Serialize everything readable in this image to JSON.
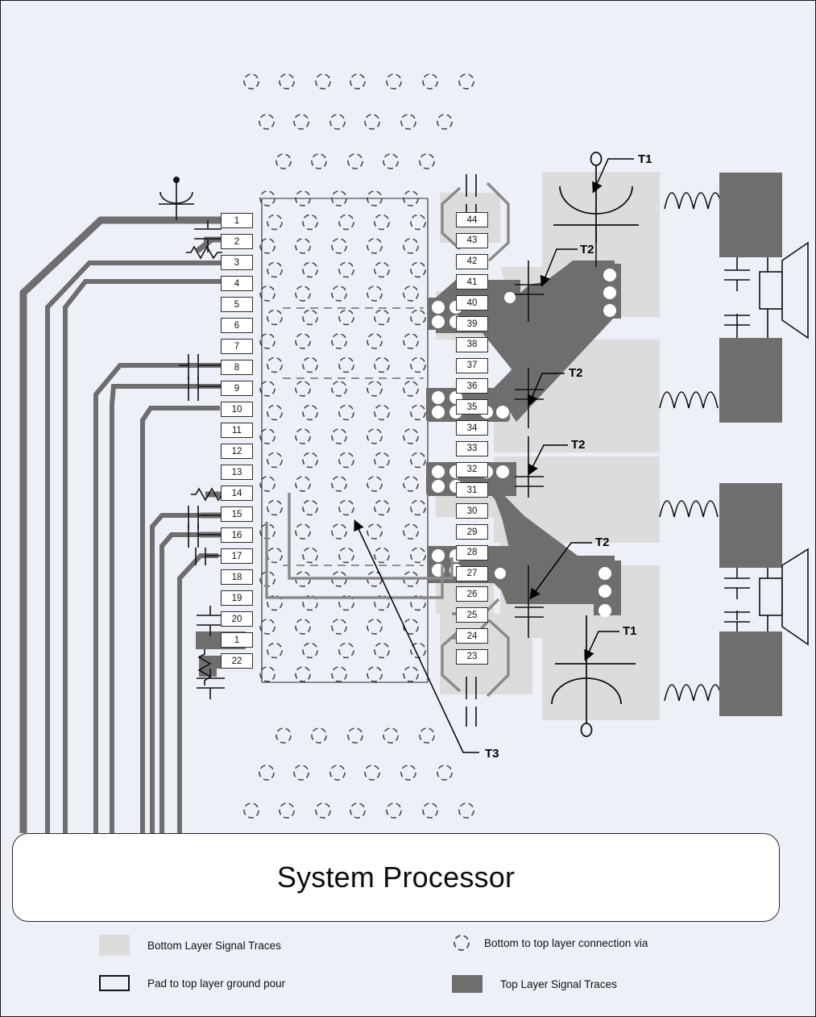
{
  "title": "System Processor",
  "colors": {
    "background": "#edf0f6",
    "top_layer_trace": "#6e6e6e",
    "bottom_layer_trace": "#dcdcdc",
    "pad_fill": "#ffffff",
    "outline": "#2d2d2d"
  },
  "pins": {
    "left_column": [
      "1",
      "2",
      "3",
      "4",
      "5",
      "6",
      "7",
      "8",
      "9",
      "10",
      "11",
      "12",
      "13",
      "14",
      "15",
      "16",
      "17",
      "18",
      "19",
      "20",
      "1",
      "22"
    ],
    "right_column": [
      "44",
      "43",
      "42",
      "41",
      "40",
      "39",
      "38",
      "37",
      "36",
      "35",
      "34",
      "33",
      "32",
      "31",
      "30",
      "29",
      "28",
      "27",
      "26",
      "25",
      "24",
      "23"
    ]
  },
  "callouts": [
    {
      "id": "t1-top",
      "label": "T1"
    },
    {
      "id": "t2-a",
      "label": "T2"
    },
    {
      "id": "t2-b",
      "label": "T2"
    },
    {
      "id": "t2-c",
      "label": "T2"
    },
    {
      "id": "t2-d",
      "label": "T2"
    },
    {
      "id": "t1-bottom",
      "label": "T1"
    },
    {
      "id": "t3",
      "label": "T3"
    }
  ],
  "legend": {
    "bottom_layer": "Bottom Layer Signal Traces",
    "via": "Bottom to top layer connection via",
    "pad_ground": "Pad to top layer ground pour",
    "top_layer": "Top Layer Signal Traces"
  }
}
